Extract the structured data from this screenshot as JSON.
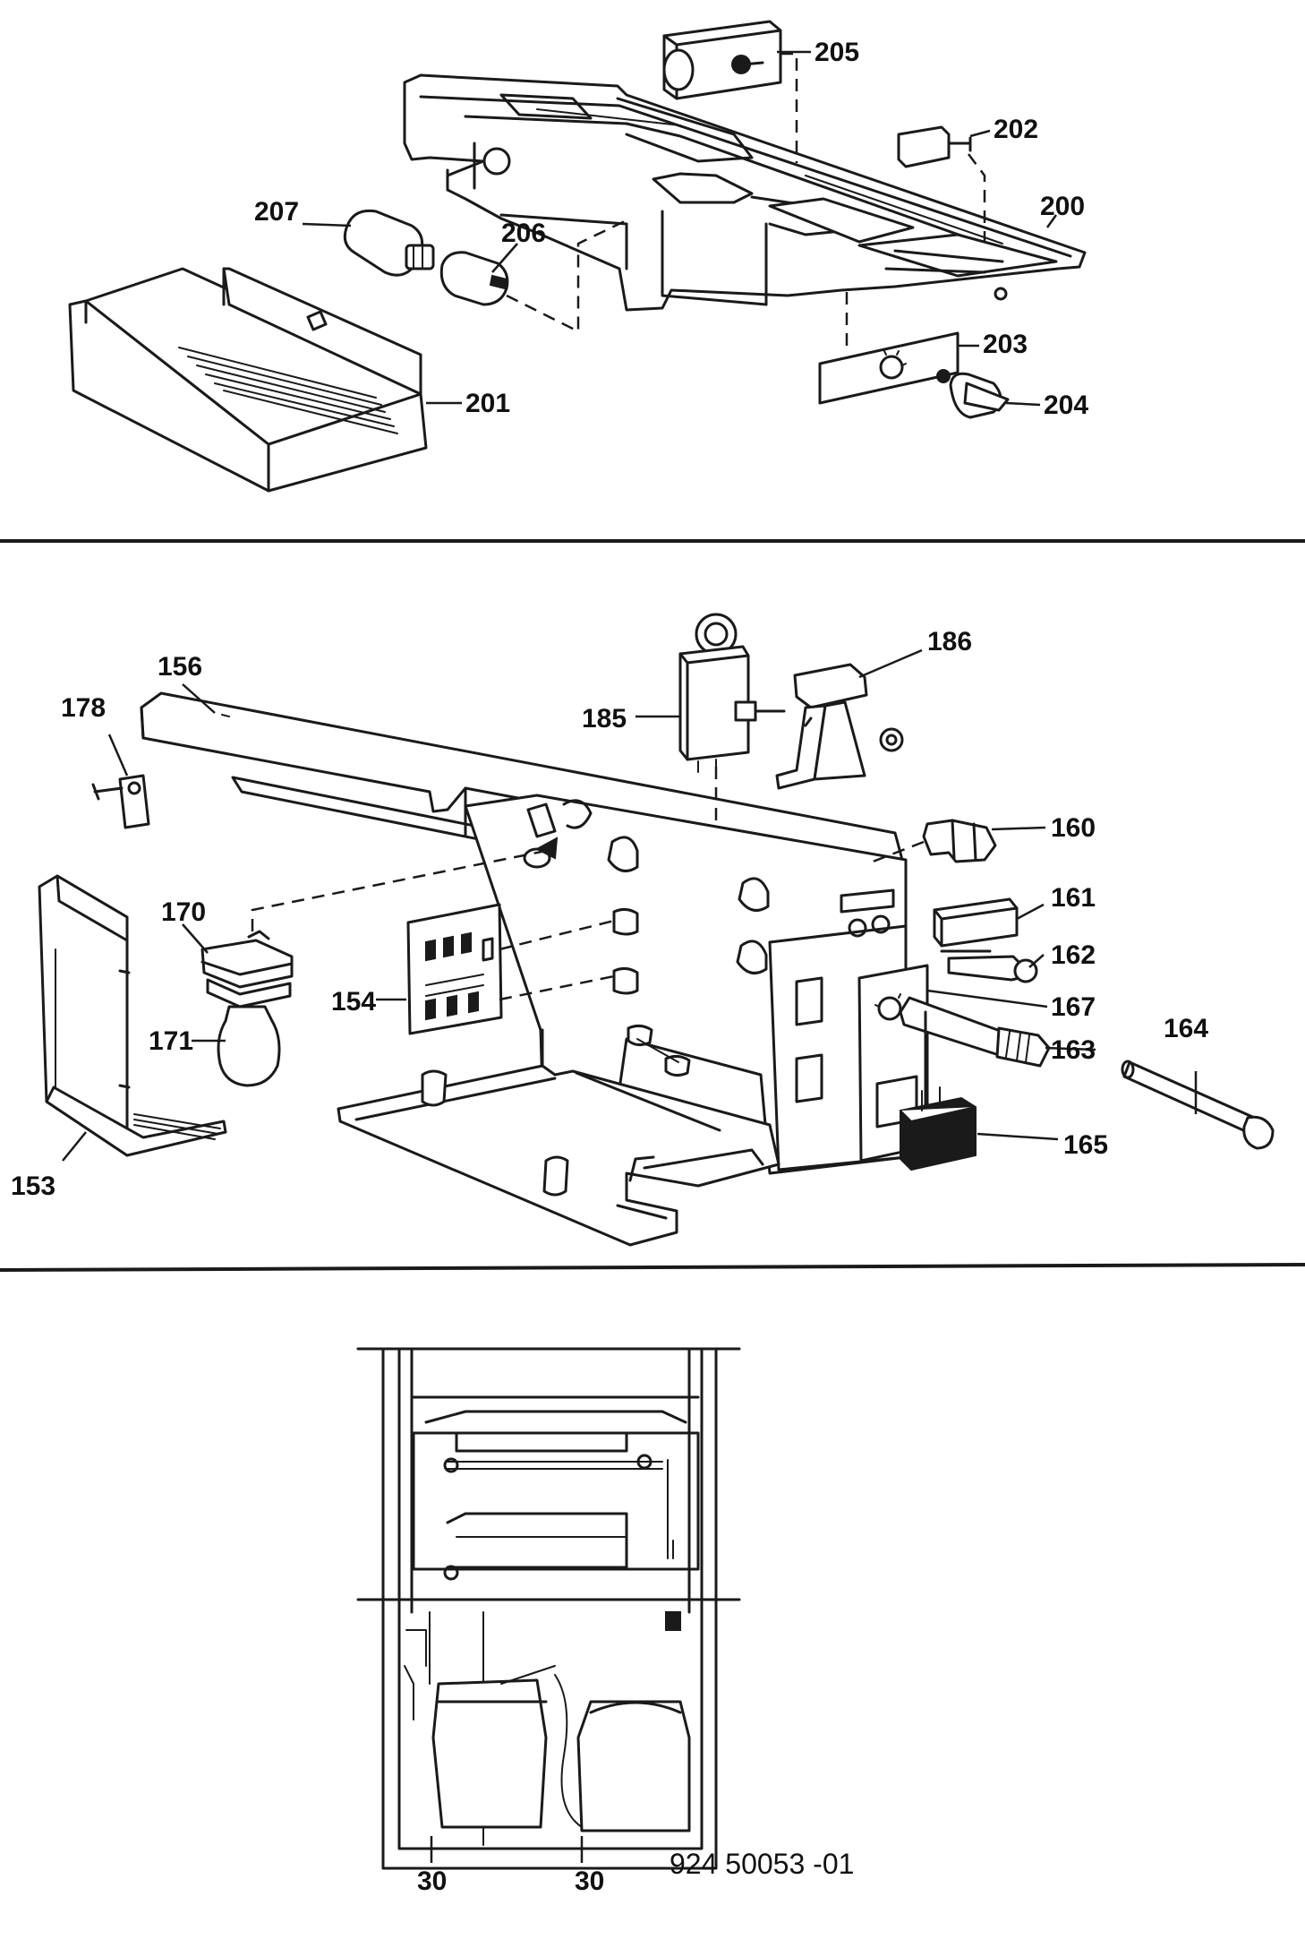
{
  "labels": {
    "top": {
      "p200": "200",
      "p201": "201",
      "p202": "202",
      "p203": "203",
      "p204": "204",
      "p205": "205",
      "p206": "206",
      "p207": "207"
    },
    "middle": {
      "p153": "153",
      "p154": "154",
      "p156": "156",
      "p160": "160",
      "p161": "161",
      "p162": "162",
      "p163": "163",
      "p164": "164",
      "p165": "165",
      "p167": "167",
      "p170": "170",
      "p171": "171",
      "p178": "178",
      "p185": "185",
      "p186": "186"
    },
    "bottom": {
      "p30a": "30",
      "p30b": "30"
    }
  },
  "drawing_number": "924 50053 -01"
}
